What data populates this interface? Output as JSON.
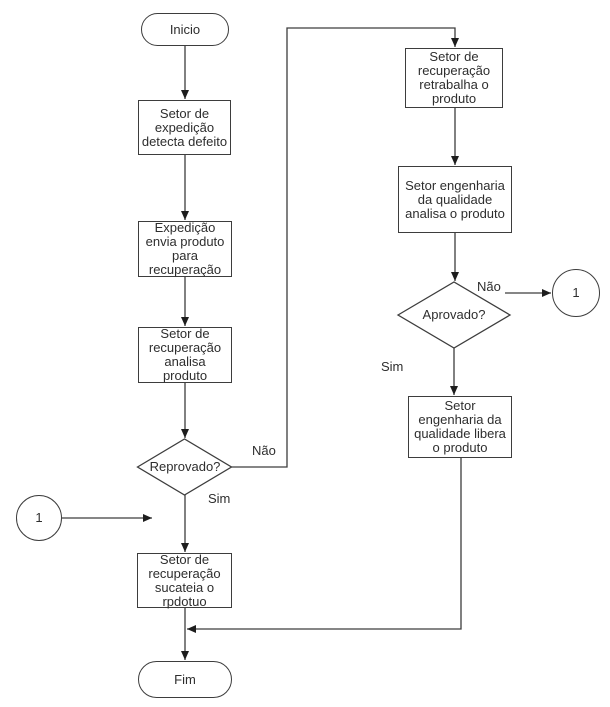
{
  "colors": {
    "ink": "#3d3d3d",
    "text": "#2e2e2e",
    "background": "#ffffff"
  },
  "nodes": {
    "start": "Inicio",
    "detect": "Setor de\nexpedição\ndetecta defeito",
    "send": "Expedição\nenvia produto\npara\nrecuperação",
    "analyze": "Setor de\nrecuperação\nanalisa\nproduto",
    "reproved": "Reprovado?",
    "scrap": "Setor de\nrecuperação\nsucateia o\nrpdotuo",
    "end": "Fim",
    "rework": "Setor de\nrecuperação\nretrabalha o\nproduto",
    "quality_analyze": "Setor engenharia\nda qualidade\nanalisa o produto",
    "approved": "Aprovado?",
    "release": "Setor\nengenharia da\nqualidade libera\no produto",
    "connector_left": "1",
    "connector_right": "1"
  },
  "edge_labels": {
    "reproved_no": "Não",
    "reproved_yes": "Sim",
    "approved_no": "Não",
    "approved_yes": "Sim"
  }
}
